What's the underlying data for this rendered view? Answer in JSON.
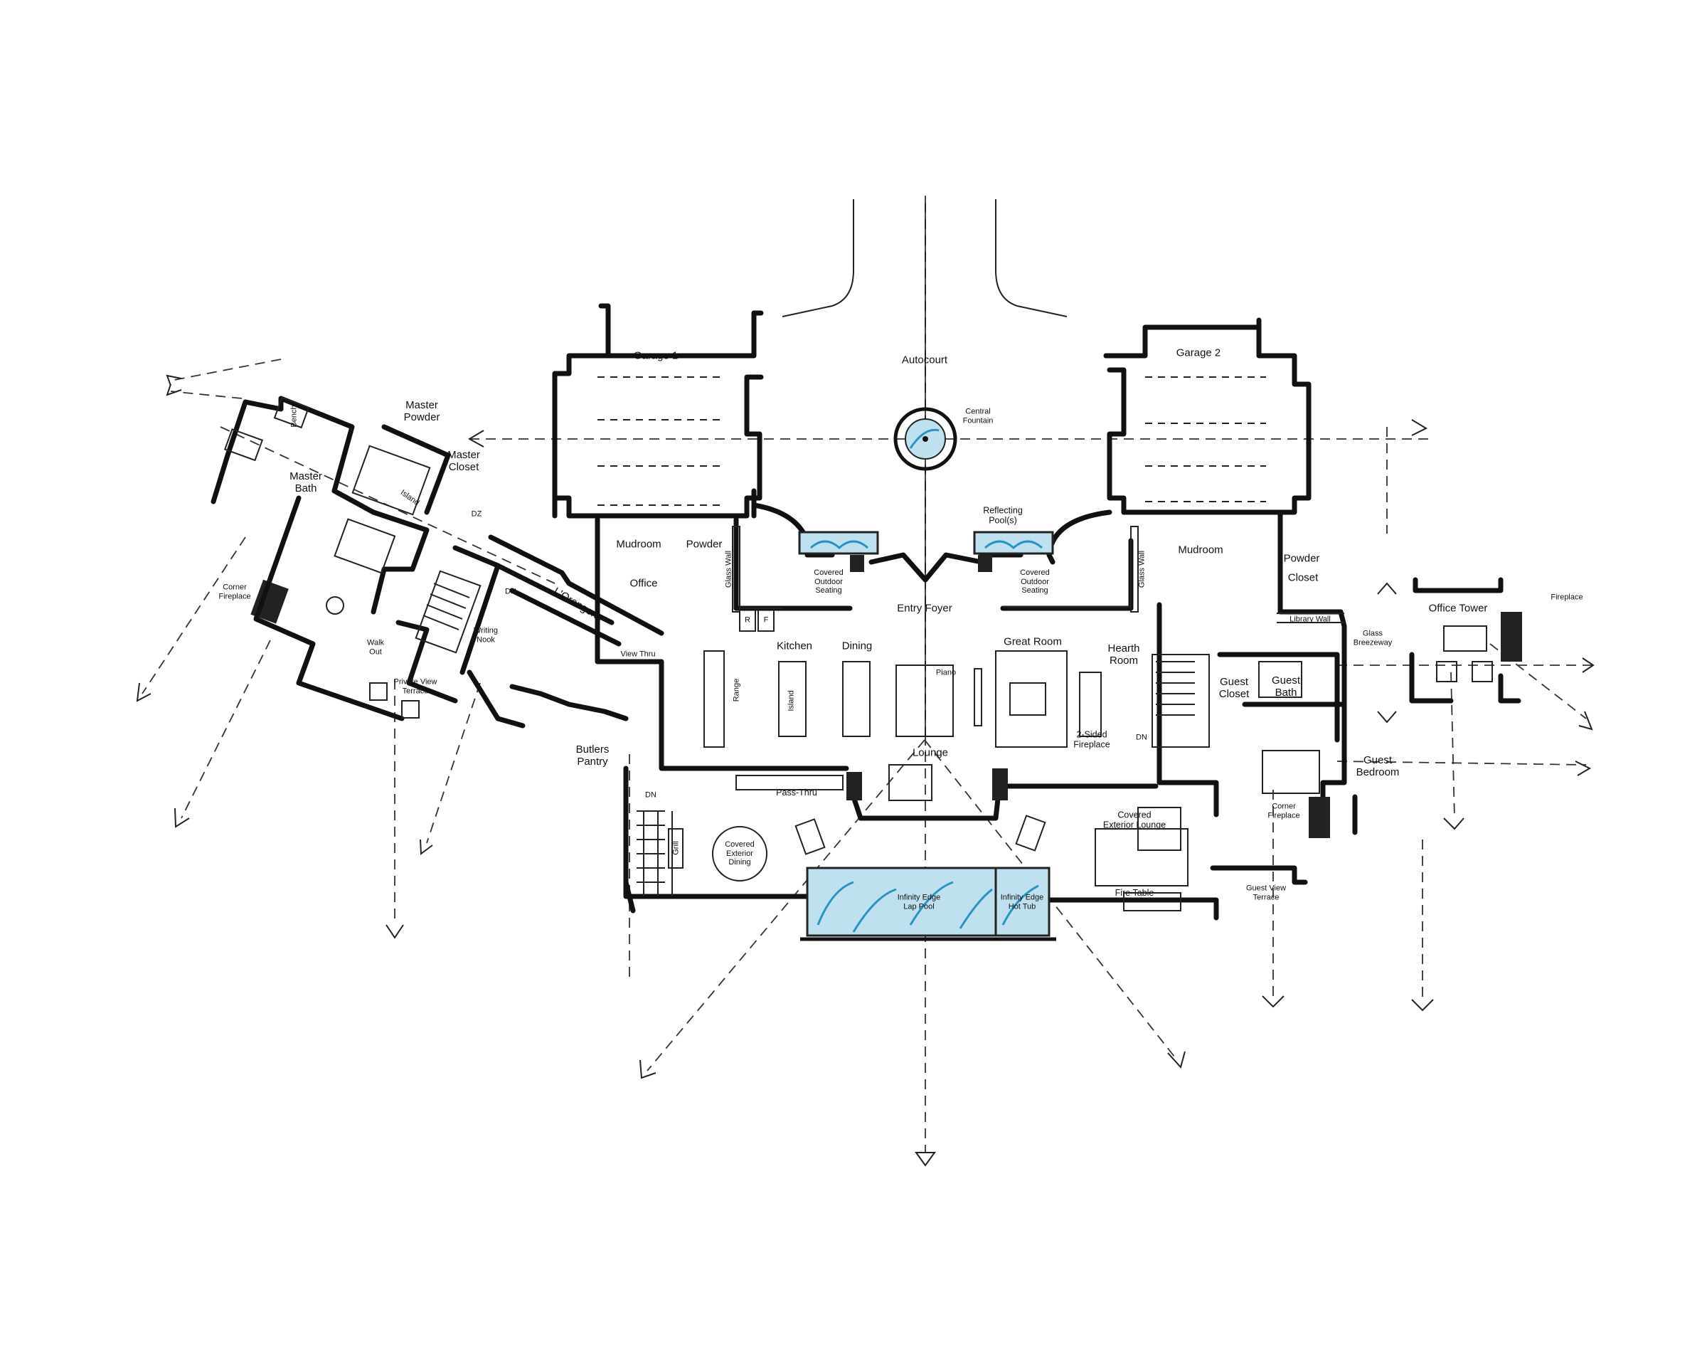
{
  "labels": {
    "garage1": "Garage 1",
    "garage2": "Garage 2",
    "autocourt": "Autocourt",
    "central_fountain": "Central\nFountain",
    "reflecting_pools": "Reflecting\nPool(s)",
    "covered_outdoor_seating_left": "Covered\nOutdoor\nSeating",
    "covered_outdoor_seating_right": "Covered\nOutdoor\nSeating",
    "entry_foyer": "Entry Foyer",
    "mudroom_left": "Mudroom",
    "powder_left": "Powder",
    "office": "Office",
    "view_thru": "View Thru",
    "kitchen": "Kitchen",
    "dining": "Dining",
    "great_room": "Great Room",
    "hearth_room": "Hearth\nRoom",
    "piano": "Piano",
    "lounge": "Lounge",
    "range": "Range",
    "island_kitchen": "Island",
    "r": "R",
    "f": "F",
    "two_sided_fireplace": "2-Sided\nFireplace",
    "dn_hearth": "DN",
    "butlers_pantry": "Butlers\nPantry",
    "pass_thru": "Pass-Thru",
    "dn_terrace": "DN",
    "grill": "Grill",
    "covered_exterior_dining": "Covered\nExterior\nDining",
    "infinity_lap_pool": "Infinity Edge\nLap Pool",
    "infinity_hot_tub": "Infinity Edge\nHot Tub",
    "covered_exterior_lounge": "Covered\nExterior Lounge",
    "fire_table": "Fire Table",
    "glass_wall_left": "Glass Wall",
    "glass_wall_right": "Glass Wall",
    "mudroom_right": "Mudroom",
    "powder_right": "Powder",
    "closet": "Closet",
    "library_wall": "Library Wall",
    "glass_breezeway": "Glass\nBreezeway",
    "office_tower": "Office Tower",
    "fireplace_tower": "Fireplace",
    "guest_closet": "Guest\nCloset",
    "guest_bath": "Guest\nBath",
    "guest_bedroom": "Guest\nBedroom",
    "corner_fireplace_guest": "Corner\nFireplace",
    "guest_view_terrace": "Guest View\nTerrace",
    "master_powder": "Master\nPowder",
    "master_closet": "Master\nCloset",
    "master_bath": "Master\nBath",
    "bench": "Bench",
    "island_master": "Island",
    "dz": "DZ",
    "dn_master": "DN",
    "corner_fireplace_master": "Corner\nFireplace",
    "writing_nook": "Writing\nNook",
    "walk_out": "Walk\nOut",
    "private_view_terrace": "Private View\nTerrace",
    "lorangerie": "L'Orangerie"
  },
  "colors": {
    "ink": "#111111",
    "water_fill": "#bfe1ef",
    "water_ripple": "#2b93c1",
    "paper": "#ffffff"
  }
}
